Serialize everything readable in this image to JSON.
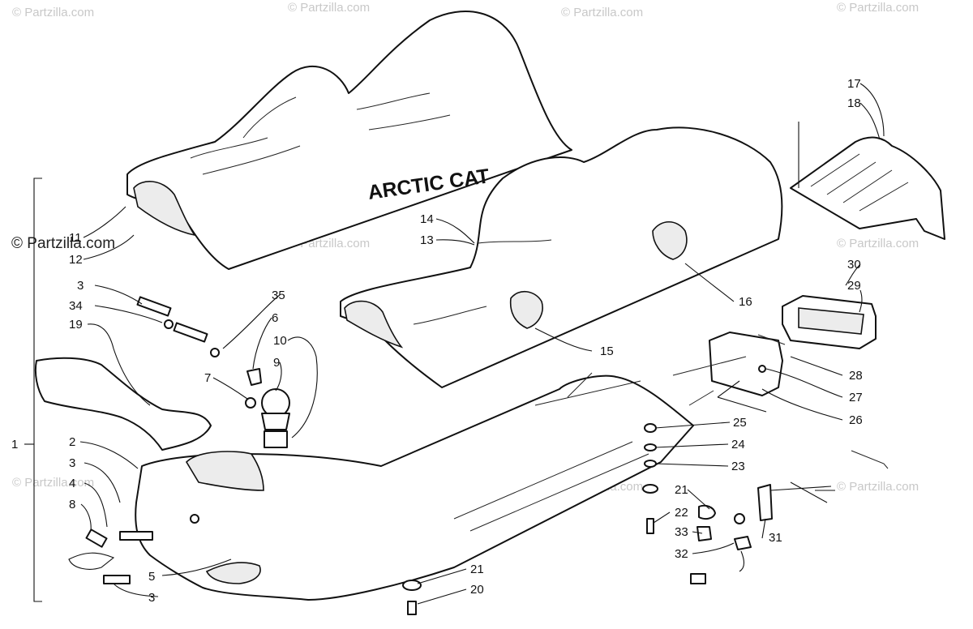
{
  "watermark": "© Partzilla.com",
  "copyright": "© Partzilla.com",
  "brand": "ARCTIC CAT",
  "labels": {
    "l1": "1",
    "l2": "2",
    "l3a": "3",
    "l3b": "3",
    "l3c": "3",
    "l4": "4",
    "l5": "5",
    "l6": "6",
    "l7": "7",
    "l8": "8",
    "l9": "9",
    "l10": "10",
    "l11": "11",
    "l12": "12",
    "l13": "13",
    "l14": "14",
    "l15": "15",
    "l16": "16",
    "l17": "17",
    "l18": "18",
    "l19": "19",
    "l20": "20",
    "l21a": "21",
    "l21b": "21",
    "l22": "22",
    "l23": "23",
    "l24": "24",
    "l25": "25",
    "l26": "26",
    "l27": "27",
    "l28": "28",
    "l29": "29",
    "l30": "30",
    "l31": "31",
    "l32": "32",
    "l33": "33",
    "l34": "34",
    "l35": "35"
  }
}
